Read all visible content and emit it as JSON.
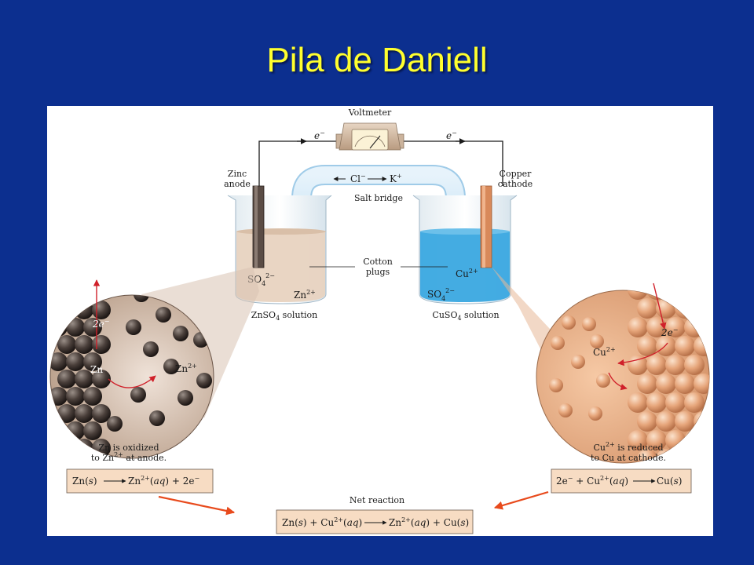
{
  "slide": {
    "title": "Pila de Daniell",
    "background_color": "#0c2f8f",
    "title_color": "#ffff2e"
  },
  "diagram": {
    "voltmeter_label": "Voltmeter",
    "electron_left": "e",
    "electron_right": "e",
    "electron_charge": "−",
    "anode_label": [
      "Zinc",
      "anode"
    ],
    "cathode_label": [
      "Copper",
      "cathode"
    ],
    "salt_bridge_label": "Salt bridge",
    "bridge_anion": "Cl",
    "bridge_anion_charge": "−",
    "bridge_cation": "K",
    "bridge_cation_charge": "+",
    "cotton_plugs_label": [
      "Cotton",
      "plugs"
    ],
    "left_beaker": {
      "ion_sulfate": "SO",
      "ion_sulfate_sub": "4",
      "ion_sulfate_charge": "2−",
      "ion_zinc": "Zn",
      "ion_zinc_charge": "2+",
      "solution_label": "ZnSO",
      "solution_sub": "4",
      "solution_suffix": " solution"
    },
    "right_beaker": {
      "ion_copper": "Cu",
      "ion_copper_charge": "2+",
      "ion_sulfate": "SO",
      "ion_sulfate_sub": "4",
      "ion_sulfate_charge": "2−",
      "solution_label": "CuSO",
      "solution_sub": "4",
      "solution_suffix": " solution"
    },
    "left_zoom": {
      "electrons": "2e",
      "electrons_charge": "−",
      "metal": "Zn",
      "ion": "Zn",
      "ion_charge": "2+"
    },
    "right_zoom": {
      "electrons": "2e",
      "electrons_charge": "−",
      "ion": "Cu",
      "ion_charge": "2+"
    },
    "anode_caption": [
      "Zn is oxidized",
      "to Zn",
      "2+",
      " at anode."
    ],
    "cathode_caption": [
      "Cu",
      "2+",
      " is reduced",
      "to Cu at cathode."
    ],
    "anode_equation": {
      "left": "Zn(",
      "left_s": "s",
      "left_close": ")",
      "right": "Zn",
      "right_charge": "2+",
      "right_state": "(",
      "right_aq": "aq",
      "right_rest": ") + 2e",
      "right_e_charge": "−"
    },
    "cathode_equation": {
      "left": "2e",
      "left_e_charge": "−",
      "left_mid": " + Cu",
      "left_charge": "2+",
      "left_state": "(",
      "left_aq": "aq",
      "left_close": ")",
      "right": "Cu(",
      "right_s": "s",
      "right_close": ")"
    },
    "net_reaction_label": "Net reaction",
    "net_equation": {
      "p1": "Zn(",
      "p1_s": "s",
      "p2": ") + Cu",
      "p2_charge": "2+",
      "p3": "(",
      "p3_aq": "aq",
      "p4": ")",
      "p5": "Zn",
      "p5_charge": "2+",
      "p6": "(",
      "p6_aq": "aq",
      "p7": ") + Cu(",
      "p7_s": "s",
      "p8": ")"
    },
    "colors": {
      "zinc_solution": "#e8d3c0",
      "copper_solution": "#3aa8e0",
      "copper_metal": "#d8895a",
      "zinc_metal": "#5a4c45",
      "equation_box": "#f7dcc3",
      "arrow": "#e84a1c",
      "red_arrow": "#d0202a"
    }
  }
}
